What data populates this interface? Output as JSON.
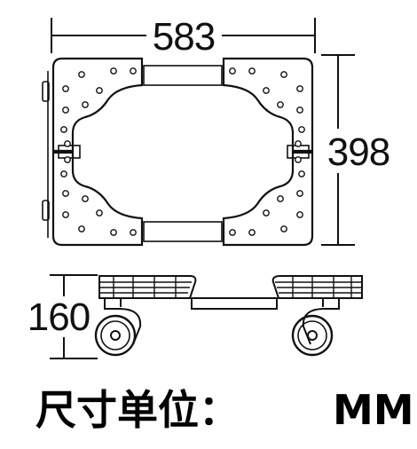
{
  "dimensions": {
    "width_label": "583",
    "depth_label": "398",
    "height_label": "160"
  },
  "unit_caption": {
    "prefix": "尺寸单位：",
    "unit": "MM"
  },
  "colors": {
    "ink": "#111111",
    "background": "#ffffff"
  }
}
